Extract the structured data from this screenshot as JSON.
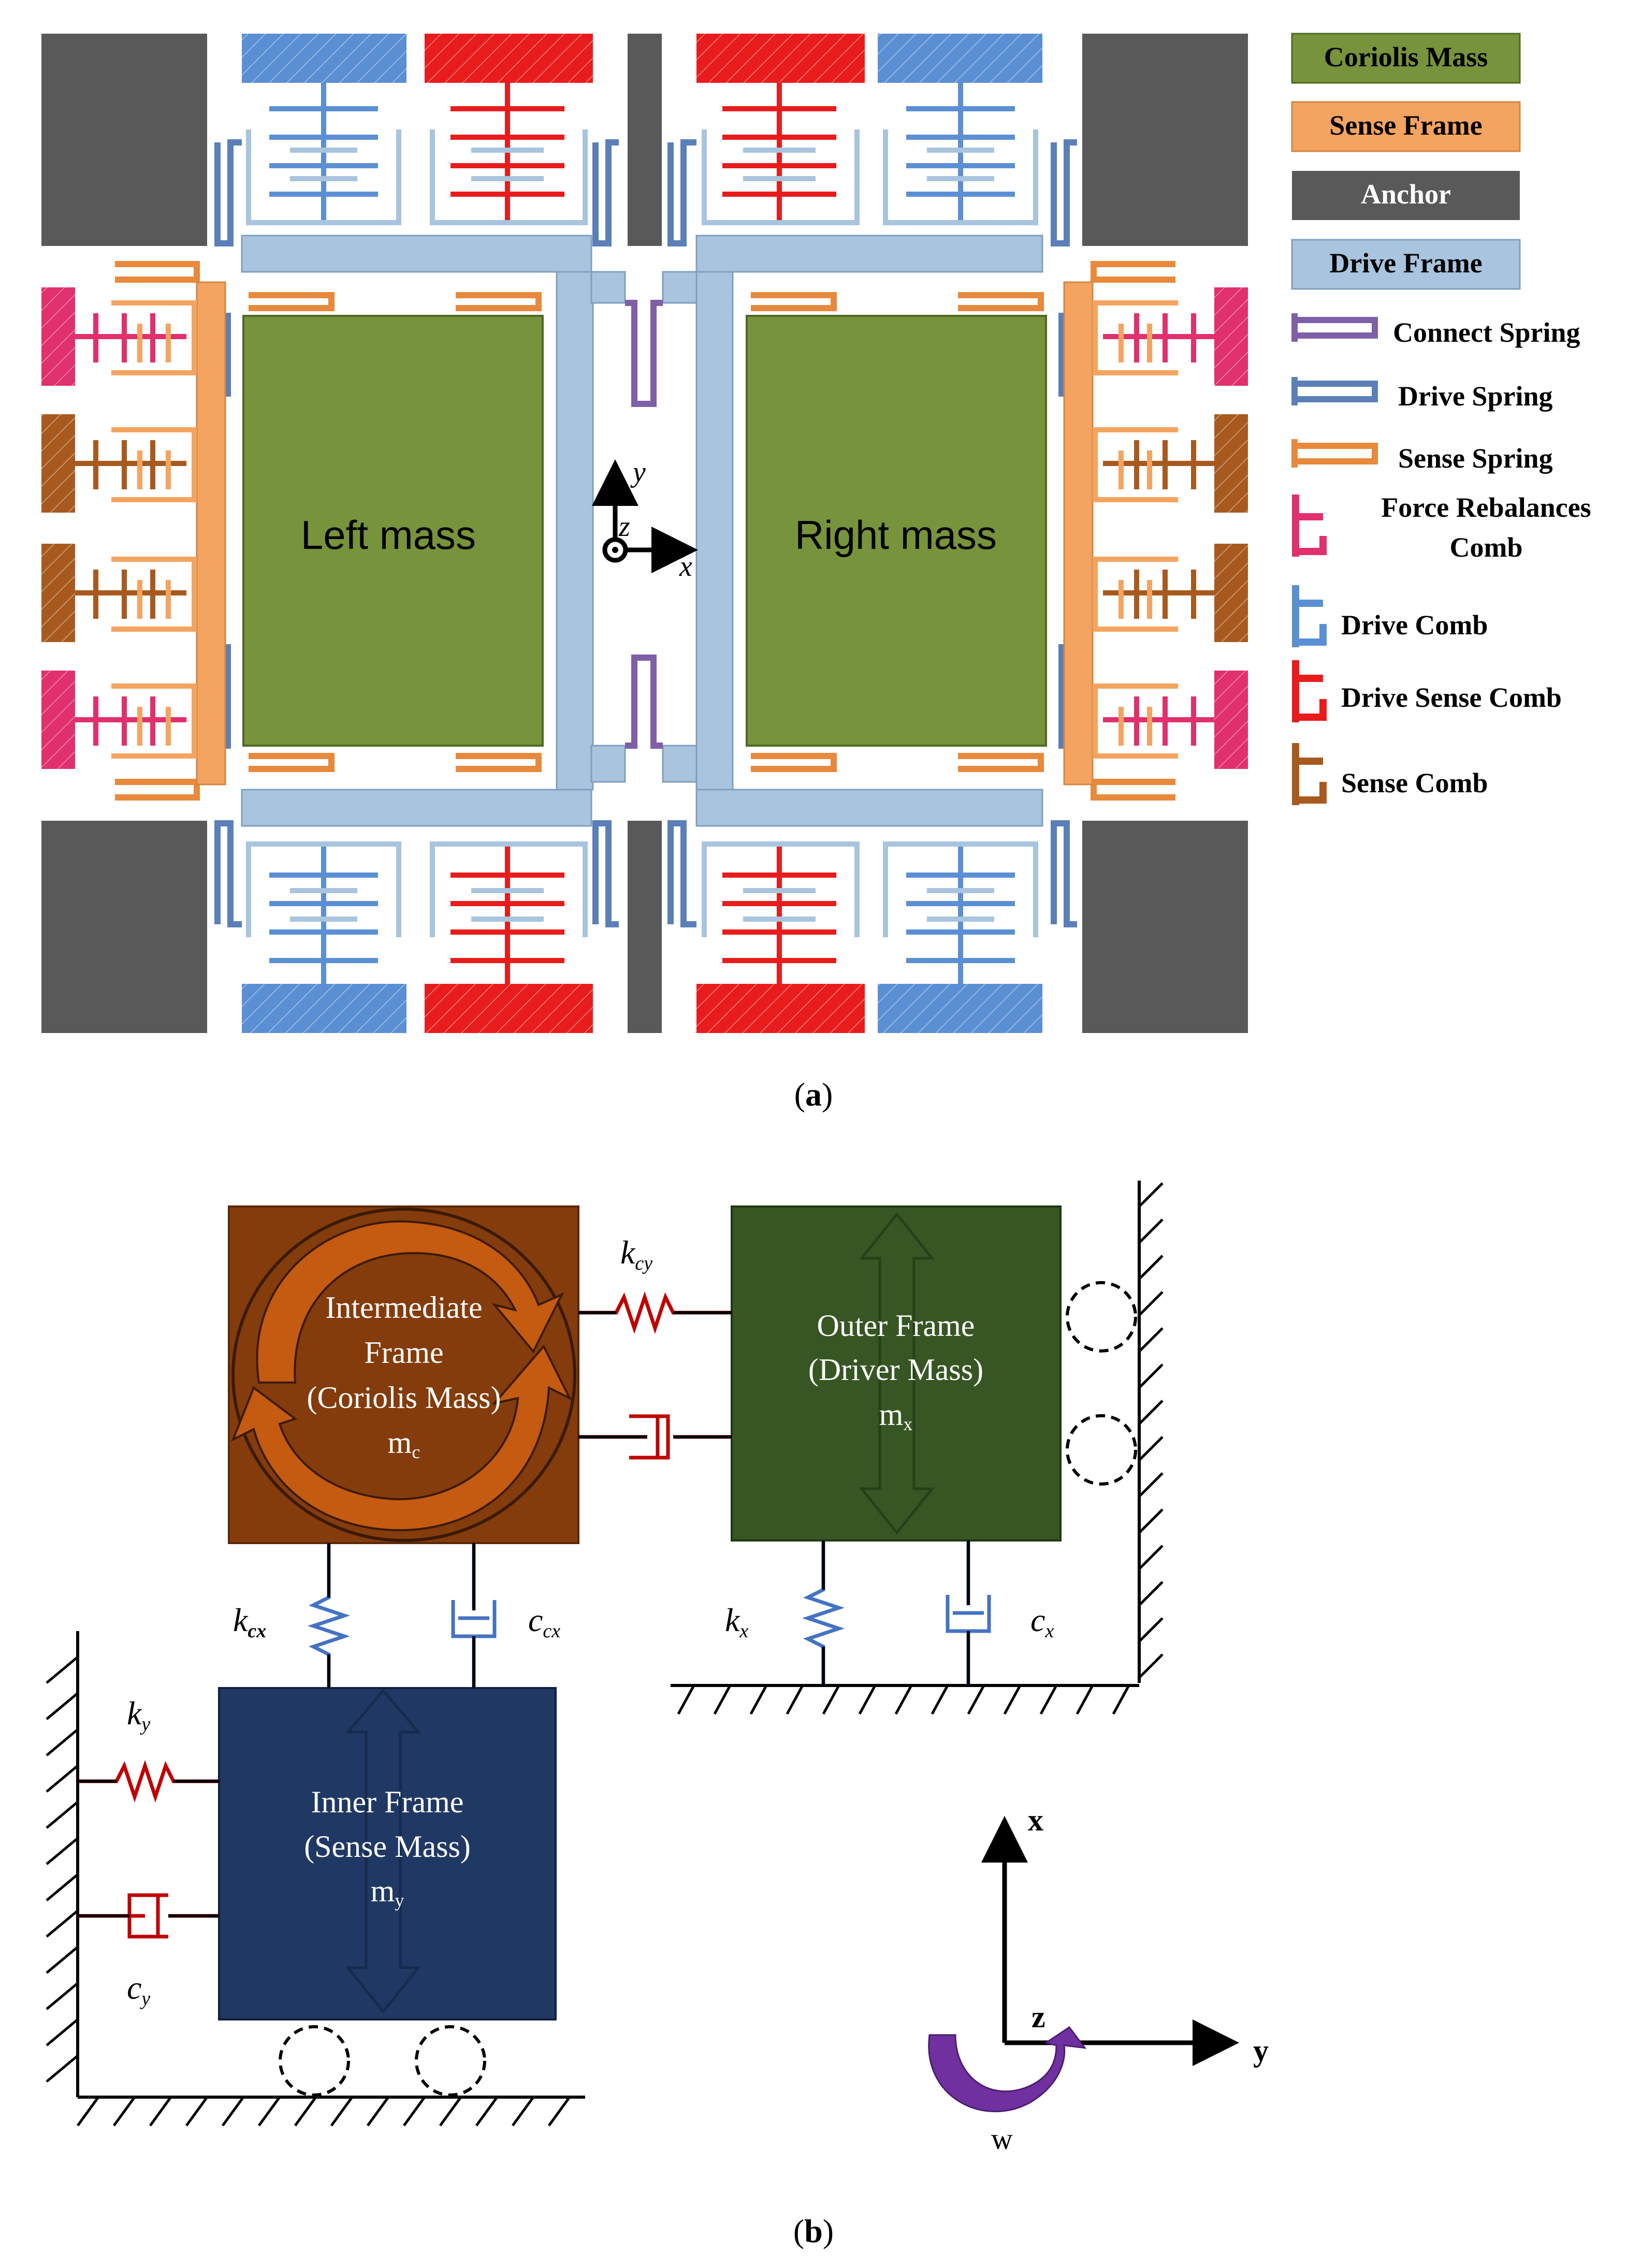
{
  "panel_a": {
    "caption_open": "(",
    "caption_letter": "a",
    "caption_close": ")",
    "left_mass_label": "Left mass",
    "right_mass_label": "Right mass",
    "axis_y": "y",
    "axis_z": "z",
    "axis_x": "x",
    "legend": {
      "coriolis_mass": "Coriolis Mass",
      "sense_frame": "Sense Frame",
      "anchor": "Anchor",
      "drive_frame": "Drive Frame",
      "connect_spring": "Connect Spring",
      "drive_spring": "Drive Spring",
      "sense_spring": "Sense Spring",
      "force_rebalances_line1": "Force Rebalances",
      "force_rebalances_line2": "Comb",
      "drive_comb": "Drive Comb",
      "drive_sense_comb": "Drive Sense Comb",
      "sense_comb": "Sense Comb"
    },
    "colors": {
      "coriolis": "#77933c",
      "sense_frame": "#f4a460",
      "anchor": "#595959",
      "drive_frame": "#a8c4de",
      "connect_spring": "#7f5fa8",
      "drive_spring": "#5b7fb8",
      "sense_spring": "#e8893c",
      "force_comb": "#e0306e",
      "drive_comb": "#5b8fd4",
      "drive_sense_comb": "#e81c1c",
      "sense_comb": "#a85a1e"
    }
  },
  "panel_b": {
    "caption_open": "(",
    "caption_letter": "b",
    "caption_close": ")",
    "intermediate": {
      "line1": "Intermediate",
      "line2": "Frame",
      "line3": "(Coriolis Mass)",
      "mass": "m",
      "mass_sub": "c"
    },
    "outer": {
      "line1": "Outer Frame",
      "line2": "(Driver Mass)",
      "mass": "m",
      "mass_sub": "x"
    },
    "inner": {
      "line1": "Inner Frame",
      "line2": "(Sense Mass)",
      "mass": "m",
      "mass_sub": "y"
    },
    "k_cy": {
      "main": "k",
      "sub": "cy"
    },
    "k_cx": {
      "main": "k",
      "sub": "cx"
    },
    "c_cx": {
      "main": "c",
      "sub": "cx"
    },
    "k_x": {
      "main": "k",
      "sub": "x"
    },
    "c_x": {
      "main": "c",
      "sub": "x"
    },
    "k_y": {
      "main": "k",
      "sub": "y"
    },
    "c_y": {
      "main": "c",
      "sub": "y"
    },
    "axis_x": "x",
    "axis_y": "y",
    "axis_z": "z",
    "rotation": "w",
    "colors": {
      "intermediate": "#843c0c",
      "outer": "#375623",
      "inner": "#203864",
      "spring_red": "#c00000",
      "spring_blue": "#4472c4",
      "rotation": "#7030a0"
    }
  }
}
